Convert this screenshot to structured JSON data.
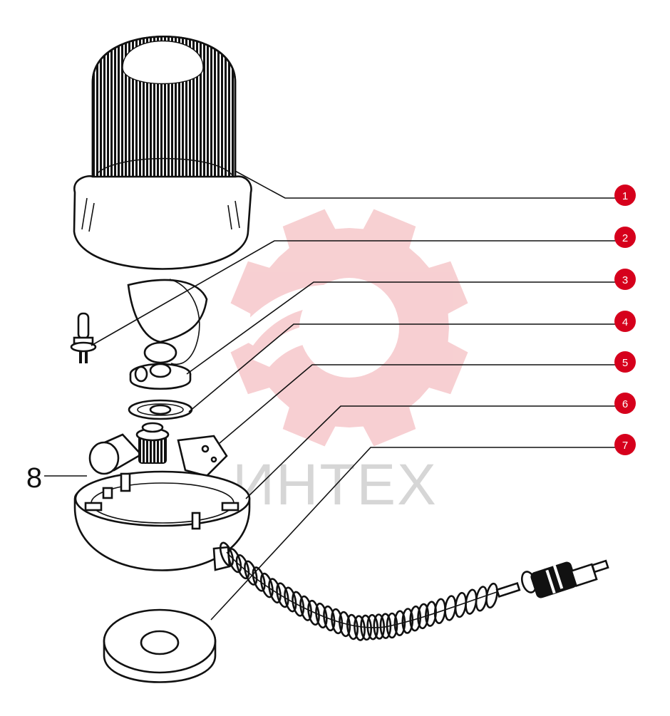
{
  "watermark": {
    "text": "ИНТЕХ",
    "gear_color": "#f7cdd0",
    "text_color": "#d6d6d6"
  },
  "callout_color": "#d6001c",
  "callouts": [
    "1",
    "2",
    "3",
    "4",
    "5",
    "6",
    "7"
  ],
  "side_label": "8"
}
